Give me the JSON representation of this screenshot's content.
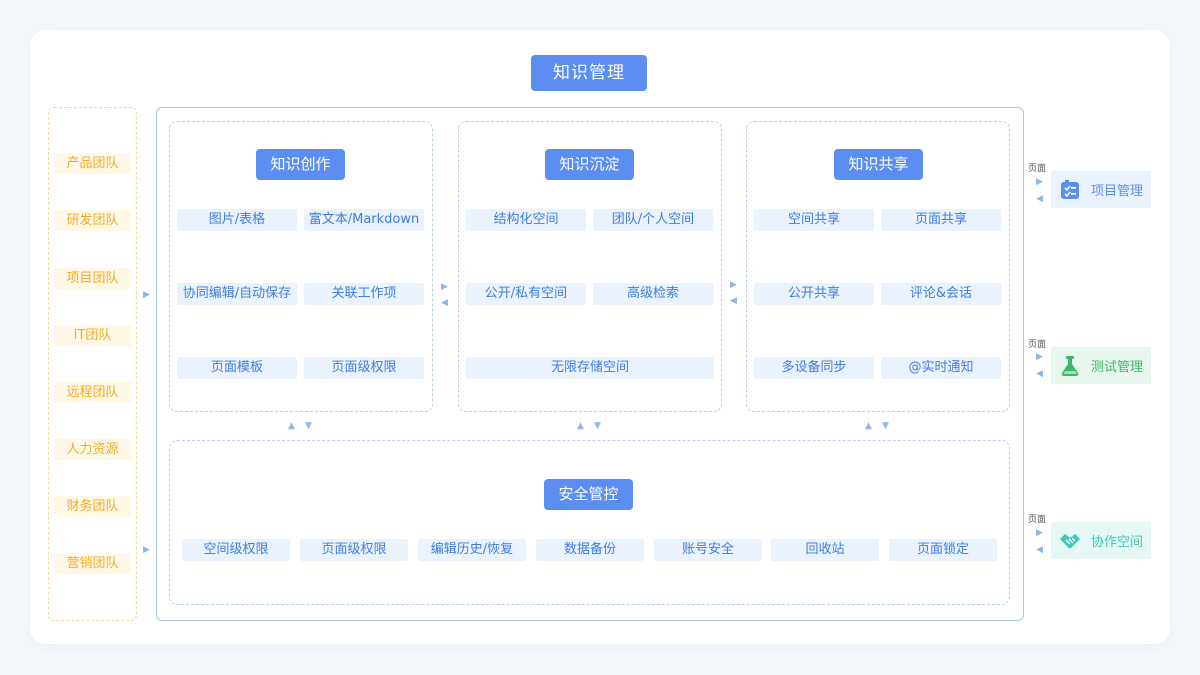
{
  "title": "知识管理",
  "teams": [
    "产品团队",
    "研发团队",
    "项目团队",
    "IT团队",
    "远程团队",
    "人力资源",
    "财务团队",
    "营销团队"
  ],
  "panels": {
    "creation": {
      "title": "知识创作",
      "items": [
        "图片/表格",
        "富文本/Markdown",
        "协同编辑/自动保存",
        "关联工作项",
        "页面模板",
        "页面级权限"
      ]
    },
    "deposit": {
      "title": "知识沉淀",
      "items": [
        "结构化空间",
        "团队/个人空间",
        "公开/私有空间",
        "高级检索",
        "无限存储空间"
      ]
    },
    "sharing": {
      "title": "知识共享",
      "items": [
        "空间共享",
        "页面共享",
        "公开共享",
        "评论&会话",
        "多设备同步",
        "@实时通知"
      ]
    },
    "security": {
      "title": "安全管控",
      "items": [
        "空间级权限",
        "页面级权限",
        "编辑历史/恢复",
        "数据备份",
        "账号安全",
        "回收站",
        "页面锁定"
      ]
    }
  },
  "side": {
    "link_label": "页面",
    "items": [
      {
        "label": "项目管理",
        "icon": "clipboard-checklist-icon",
        "color": "#5b8ef0",
        "bg": "#eaf2fd"
      },
      {
        "label": "测试管理",
        "icon": "flask-icon",
        "color": "#3bb86a",
        "bg": "#e8f7ee"
      },
      {
        "label": "协作空间",
        "icon": "handshake-icon",
        "color": "#3cc7b7",
        "bg": "#e6f8f6"
      }
    ]
  },
  "colors": {
    "accent": "#5b8ef0",
    "chip_text": "#3f7de0",
    "chip_bg": "#eaf3fd",
    "team_text": "#f1ad29",
    "team_bg": "#fff8e6"
  }
}
